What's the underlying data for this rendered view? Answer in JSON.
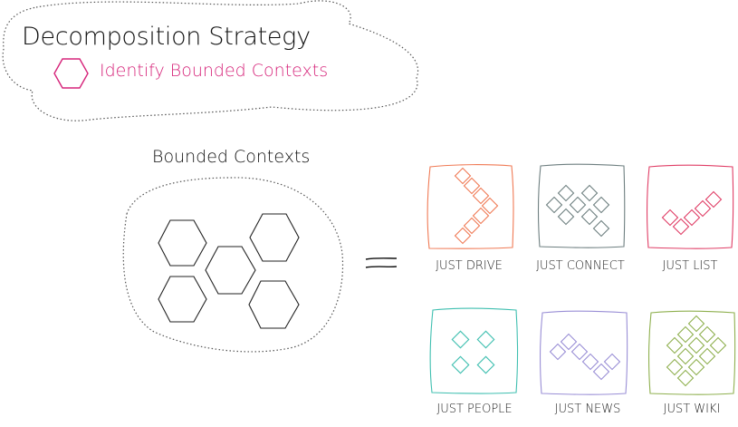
{
  "header": {
    "title": "Decomposition Strategy",
    "subtitle": "Identify Bounded Contexts"
  },
  "bounded_contexts": {
    "title": "Bounded Contexts"
  },
  "equals": "=",
  "colors": {
    "accent": "#d6247a",
    "just_drive": "#f07a55",
    "just_connect": "#6e7f80",
    "just_list": "#e03e66",
    "just_people": "#3fbfb0",
    "just_news": "#9a8fd6",
    "just_wiki": "#8fb04f"
  },
  "apps": [
    {
      "label": "JUST DRIVE"
    },
    {
      "label": "JUST CONNECT"
    },
    {
      "label": "JUST LIST"
    },
    {
      "label": "JUST PEOPLE"
    },
    {
      "label": "JUST NEWS"
    },
    {
      "label": "JUST WIKI"
    }
  ]
}
